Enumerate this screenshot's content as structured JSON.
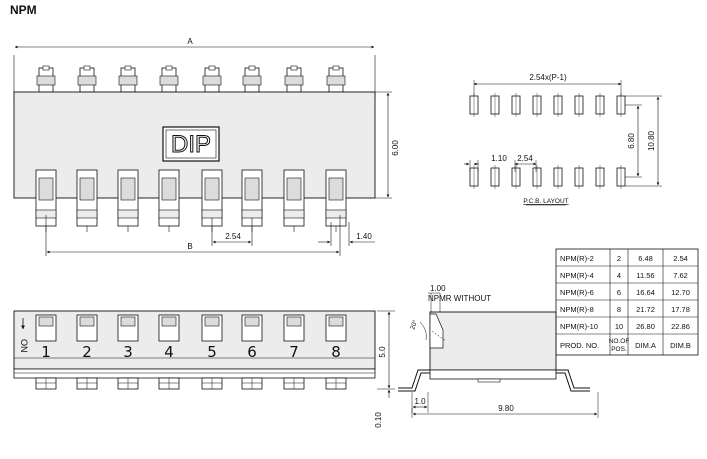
{
  "title": "NPM",
  "top_view": {
    "dim_a": "A",
    "dim_b": "B",
    "dip_label": "DIP",
    "height": "6.00",
    "pitch": "2.54",
    "pin_width": "1.40"
  },
  "pcb": {
    "top_dim": "2.54x(P-1)",
    "inner_height": "6.80",
    "outer_height": "10.80",
    "pad_width": "1.10",
    "pitch": "2.54",
    "caption": "P.C.B. LAYOUT"
  },
  "table": {
    "rows": [
      [
        "NPM(R)-2",
        "2",
        "6.48",
        "2.54"
      ],
      [
        "NPM(R)-4",
        "4",
        "11.56",
        "7.62"
      ],
      [
        "NPM(R)-6",
        "6",
        "16.64",
        "12.70"
      ],
      [
        "NPM(R)-8",
        "8",
        "21.72",
        "17.78"
      ],
      [
        "NPM(R)-10",
        "10",
        "26.80",
        "22.86"
      ]
    ],
    "header": [
      "PROD. NO.",
      "NO.OF\nPOS.",
      "DIM.A",
      "DIM.B"
    ]
  },
  "front_view": {
    "on_label": "ON",
    "numbers": [
      "1",
      "2",
      "3",
      "4",
      "5",
      "6",
      "7",
      "8"
    ],
    "height": "5.0",
    "base": "0.10"
  },
  "side_view": {
    "top_dim": "1.00",
    "note": "NPMR  WITHOUT",
    "angle": "20°",
    "lead": "1.0",
    "width": "9.80"
  }
}
